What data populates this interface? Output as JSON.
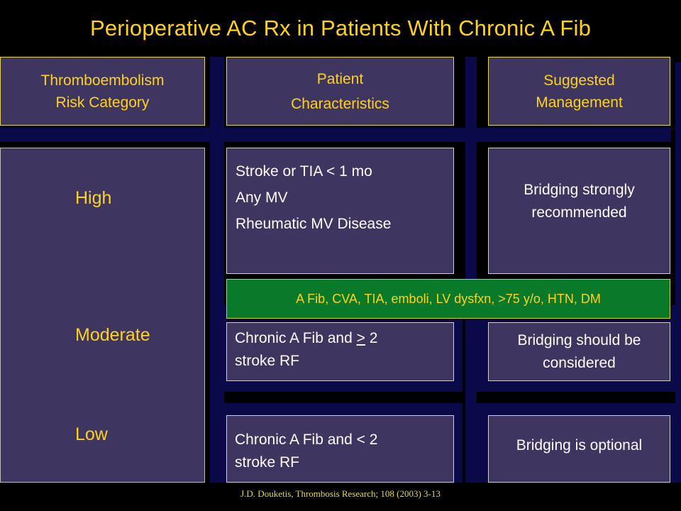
{
  "title": "Perioperative AC Rx in Patients With Chronic A Fib",
  "headers": {
    "col1": [
      "Thromboembolism",
      "Risk Category"
    ],
    "col2": [
      "Patient",
      "Characteristics"
    ],
    "col3": [
      "Suggested",
      "Management"
    ]
  },
  "risk_levels": {
    "high": "High",
    "moderate": "Moderate",
    "low": "Low"
  },
  "high": {
    "characteristics": [
      "Stroke or TIA < 1 mo",
      "Any MV",
      "Rheumatic MV Disease"
    ],
    "management": [
      "Bridging strongly",
      "recommended"
    ]
  },
  "risk_factors_banner": "A Fib, CVA, TIA, emboli, LV dysfxn, >75 y/o, HTN, DM",
  "moderate": {
    "characteristics_pre": "Chronic A Fib and ",
    "characteristics_symbol": ">",
    "characteristics_post": " 2",
    "characteristics_line2": "stroke RF",
    "management": [
      "Bridging should be",
      "considered"
    ]
  },
  "low": {
    "characteristics_line1": "Chronic A Fib and < 2",
    "characteristics_line2": "stroke RF",
    "management": "Bridging is optional"
  },
  "citation": "J.D. Douketis, Thrombosis Research; 108 (2003) 3-13",
  "colors": {
    "background": "#000000",
    "band": "#0a0a4a",
    "box": "#3e3560",
    "accent_yellow": "#ffd21e",
    "banner_green": "#087a2a"
  }
}
